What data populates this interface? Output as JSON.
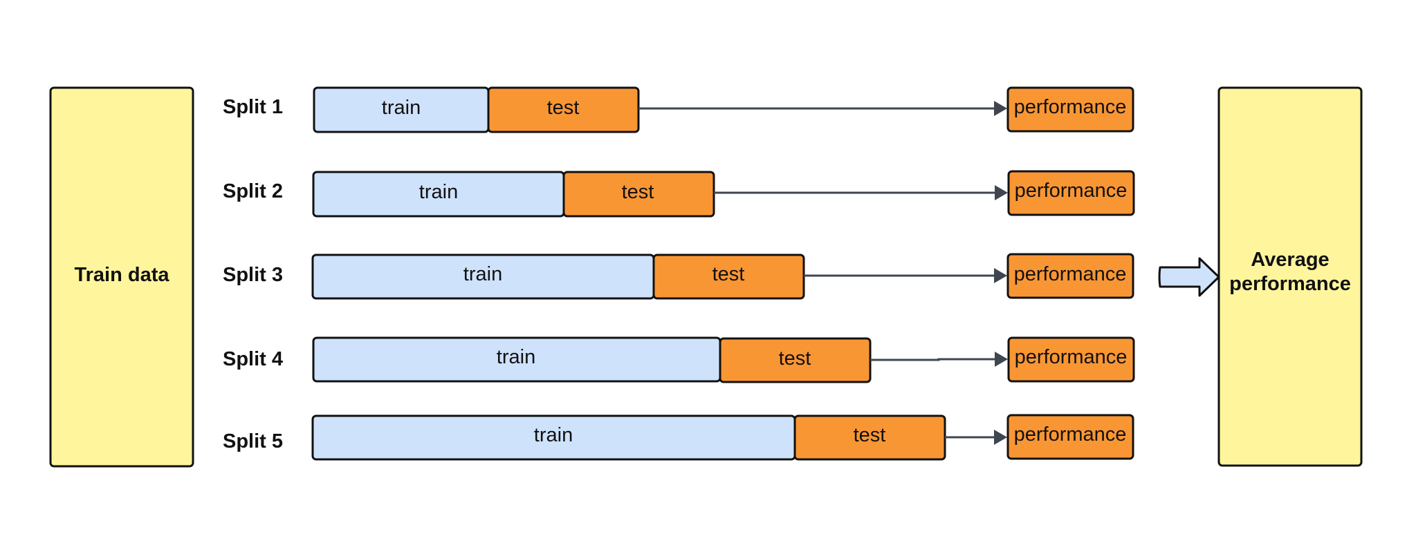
{
  "left_box": {
    "label": "Train data"
  },
  "right_box": {
    "label_lines": [
      "Average",
      "performance"
    ]
  },
  "splits": [
    {
      "label": "Split 1",
      "train": "train",
      "test": "test",
      "result": "performance"
    },
    {
      "label": "Split 2",
      "train": "train",
      "test": "test",
      "result": "performance"
    },
    {
      "label": "Split 3",
      "train": "train",
      "test": "test",
      "result": "performance"
    },
    {
      "label": "Split 4",
      "train": "train",
      "test": "test",
      "result": "performance"
    },
    {
      "label": "Split 5",
      "train": "train",
      "test": "test",
      "result": "performance"
    }
  ],
  "colors": {
    "data_box": "#fff59d",
    "train_segment": "#cfe2fb",
    "test_segment": "#f99634",
    "connector": "#3f4650"
  }
}
